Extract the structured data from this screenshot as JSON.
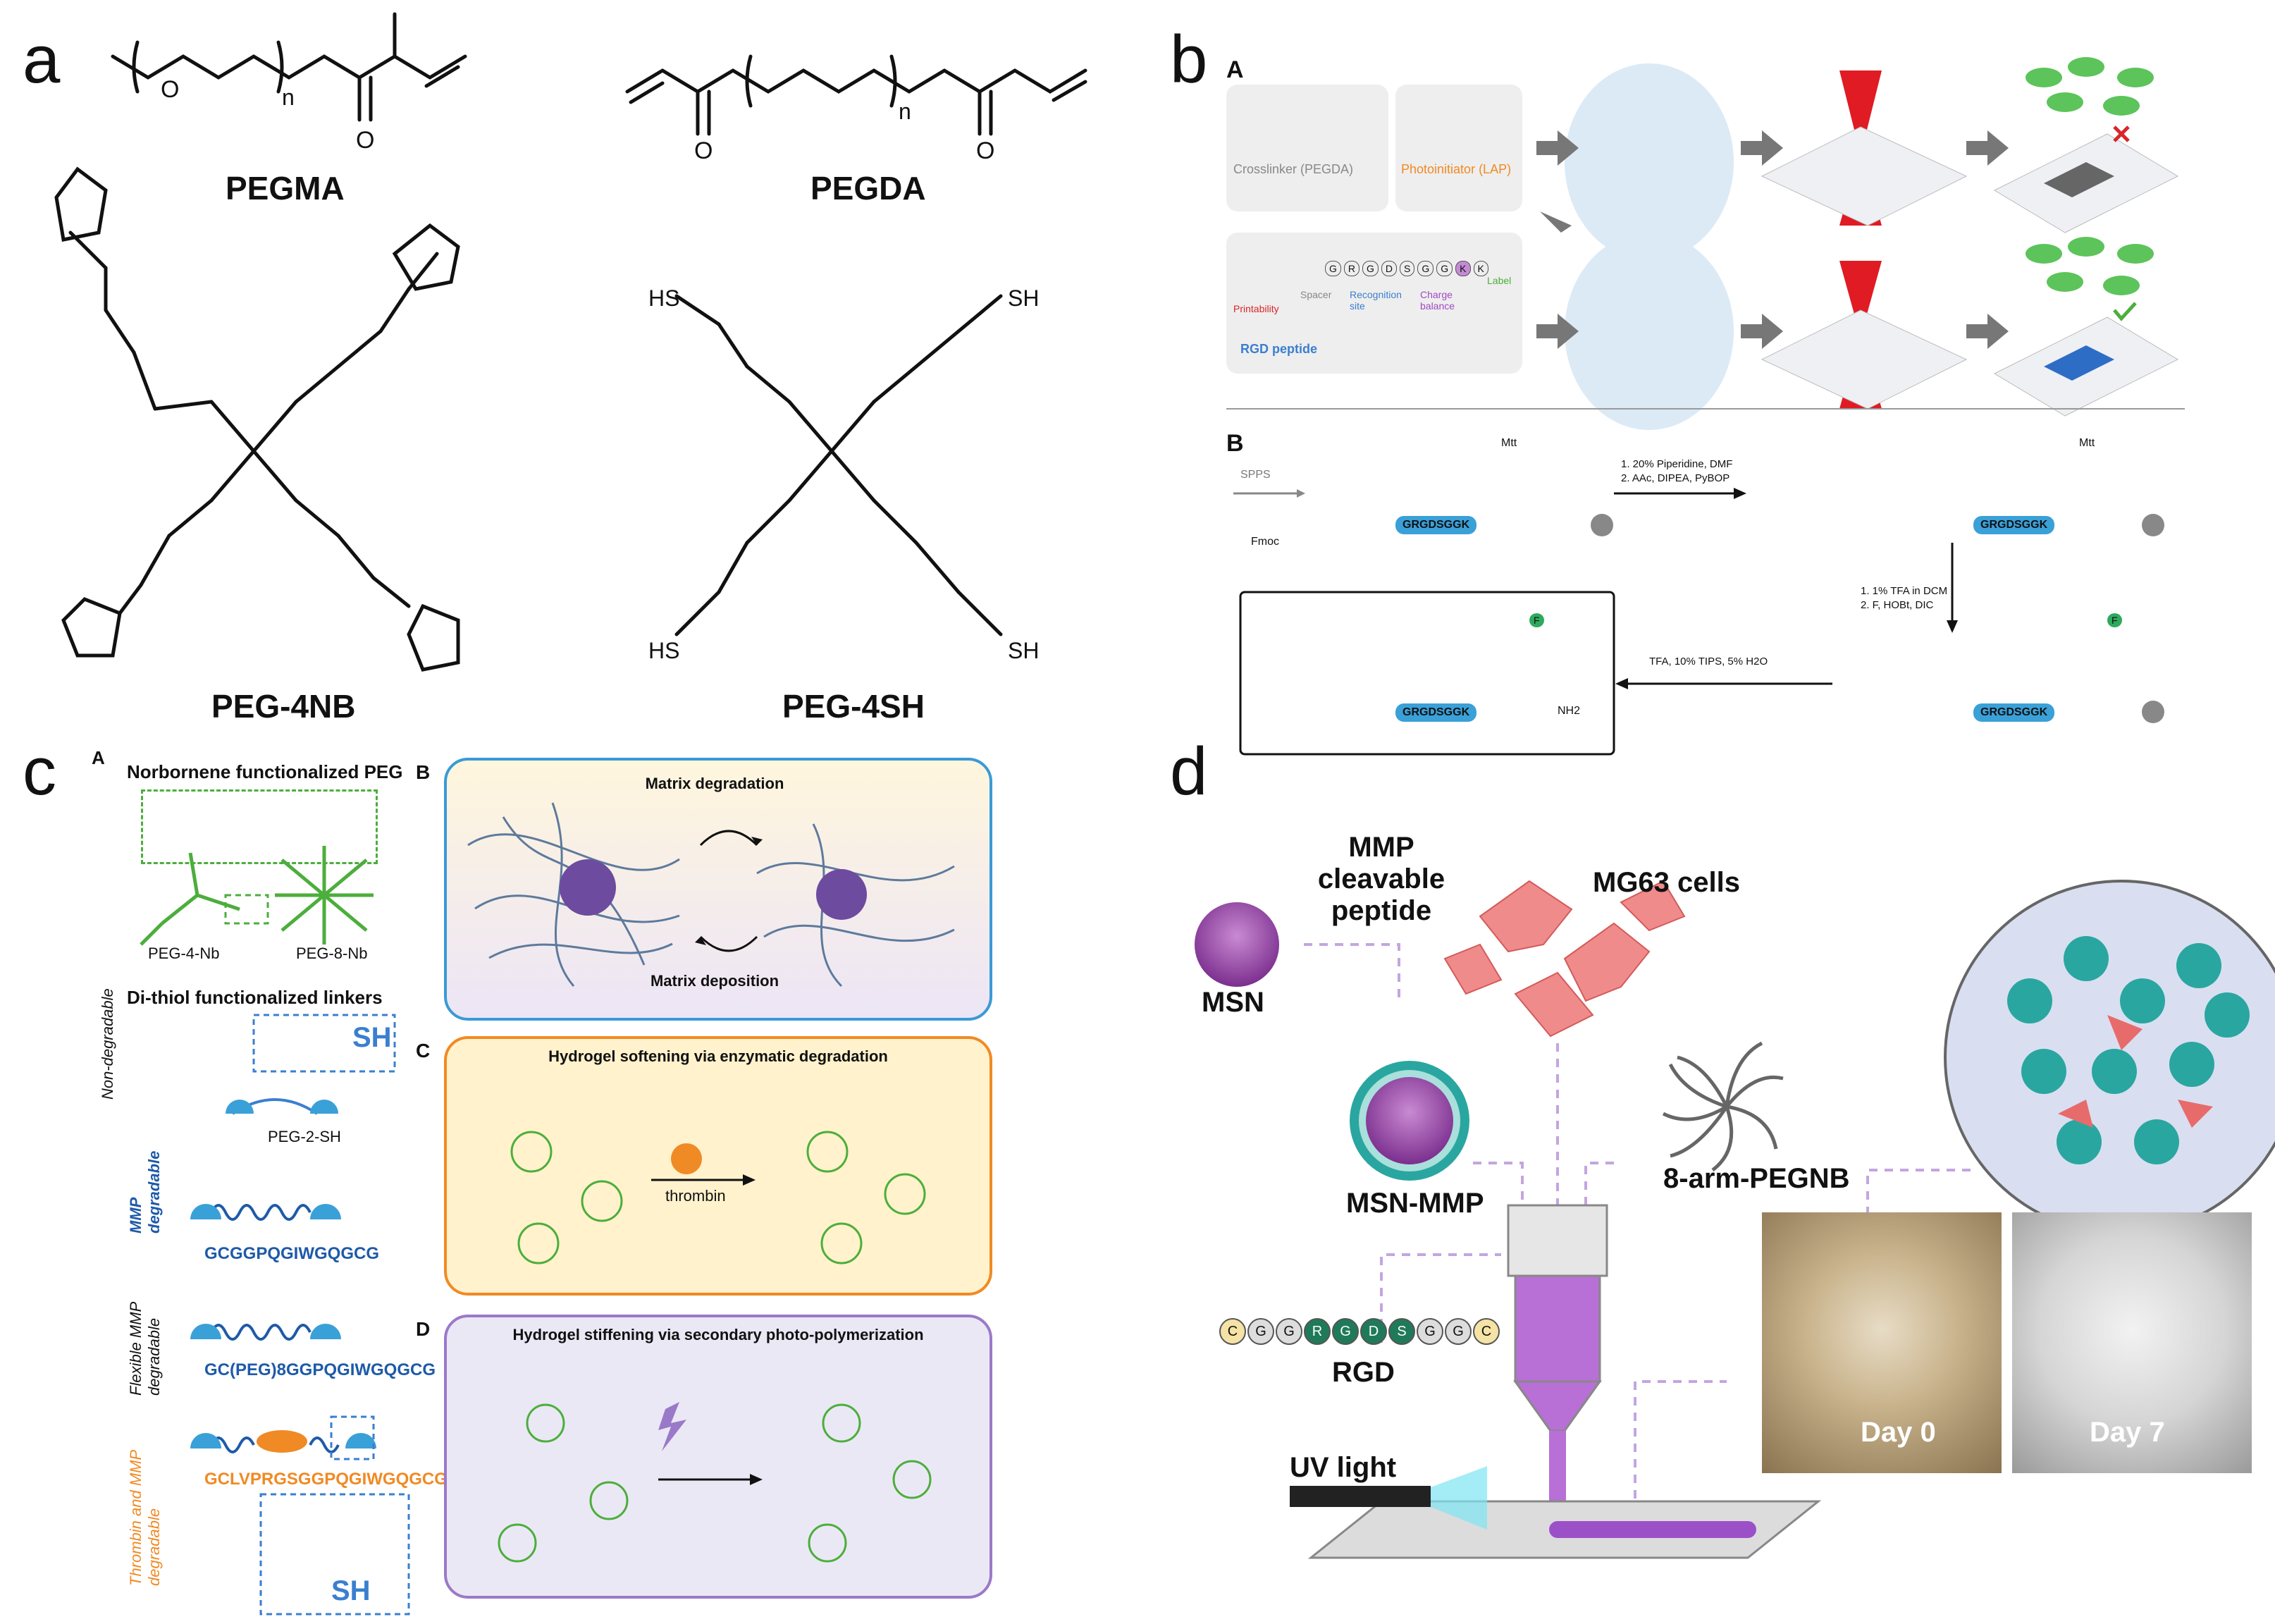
{
  "panels": {
    "a": {
      "letter": "a",
      "structures": [
        {
          "name": "PEGMA"
        },
        {
          "name": "PEGDA"
        },
        {
          "name": "PEG-4NB"
        },
        {
          "name": "PEG-4SH"
        }
      ],
      "atoms": {
        "O": "O",
        "n": "n",
        "SH": "SH",
        "HS": "HS"
      }
    },
    "b": {
      "letter": "b",
      "sectionA": "A",
      "sectionB": "B",
      "crosslinker": "Crosslinker (PEGDA)",
      "photoinitiator": "Photoinitiator (LAP)",
      "peptide_seq": [
        "G",
        "R",
        "G",
        "D",
        "S",
        "G",
        "G",
        "K",
        "K"
      ],
      "peptide_labels": {
        "printability": "Printability",
        "spacer": "Spacer",
        "recognition": "Recognition site",
        "charge": "Charge balance",
        "label": "Label"
      },
      "rgd_peptide": "RGD peptide",
      "rgd_small": [
        "R",
        "G",
        "D"
      ],
      "spps": "SPPS",
      "fmoc": "Fmoc",
      "mtt": "Mtt",
      "step1": [
        "1. 20% Piperidine, DMF",
        "2. AAc, DIPEA, PyBOP"
      ],
      "step2": [
        "1. 1% TFA in DCM",
        "2. F, HOBt, DIC"
      ],
      "step3": "TFA, 10% TIPS, 5% H2O",
      "seq_box": "GRGDSGGK",
      "nh2": "NH2",
      "f": "F"
    },
    "c": {
      "letter": "c",
      "sectionA": "A",
      "norbornene_title": "Norbornene functionalized PEG",
      "peg4": "PEG-4-Nb",
      "peg8": "PEG-8-Nb",
      "dithiol_title": "Di-thiol functionalized linkers",
      "non_deg": "Non-degradable",
      "peg2sh": "PEG-2-SH",
      "mmp_deg": "MMP degradable",
      "mmp_seq": "GCGGPQGIWGQGCG",
      "flex_mmp": "Flexible MMP degradable",
      "flex_seq": "GC(PEG)8GGPQGIWGQGCG",
      "thrombin_mmp": "Thrombin and MMP degradable",
      "thrombin_seq": "GCLVPRGSGGPQGIWGQGCG",
      "sh": "SH",
      "B": {
        "label": "B",
        "top": "Matrix degradation",
        "bottom": "Matrix deposition"
      },
      "C": {
        "label": "C",
        "title": "Hydrogel softening via enzymatic degradation",
        "enzyme": "thrombin"
      },
      "D": {
        "label": "D",
        "title": "Hydrogel stiffening via secondary photo-polymerization"
      }
    },
    "d": {
      "letter": "d",
      "mmp_label": [
        "MMP",
        "cleavable",
        "peptide"
      ],
      "msn": "MSN",
      "msn_mmp": "MSN-MMP",
      "mg63": "MG63 cells",
      "peg8": "8-arm-PEGNB",
      "rgd": "RGD",
      "rgd_seq": [
        "C",
        "G",
        "G",
        "R",
        "G",
        "D",
        "S",
        "G",
        "G",
        "C"
      ],
      "uv": "UV light",
      "day0": "Day 0",
      "day7": "Day 7"
    }
  },
  "colors": {
    "red": "#d7262a",
    "blue_box": "#3aa0d8",
    "green_net": "#4cae3c",
    "orange": "#f08a24",
    "purple": "#7b3f9e",
    "pink_cell": "#e86b6b",
    "teal": "#18a7a0"
  }
}
